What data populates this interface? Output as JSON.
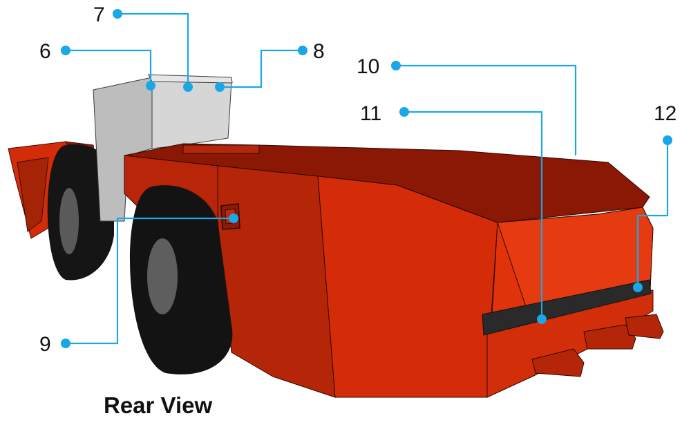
{
  "caption": "Rear View",
  "colors": {
    "callout": "#1aa7e6",
    "body_light": "#e2300a",
    "body_mid": "#c42a08",
    "body_dark": "#7a1604",
    "cab": "#c9c9c9",
    "tire": "#151515",
    "stripe": "#2a2a2a"
  },
  "callouts": [
    {
      "id": "6",
      "label": "6"
    },
    {
      "id": "7",
      "label": "7"
    },
    {
      "id": "8",
      "label": "8"
    },
    {
      "id": "9",
      "label": "9"
    },
    {
      "id": "10",
      "label": "10"
    },
    {
      "id": "11",
      "label": "11"
    },
    {
      "id": "12",
      "label": "12"
    }
  ]
}
